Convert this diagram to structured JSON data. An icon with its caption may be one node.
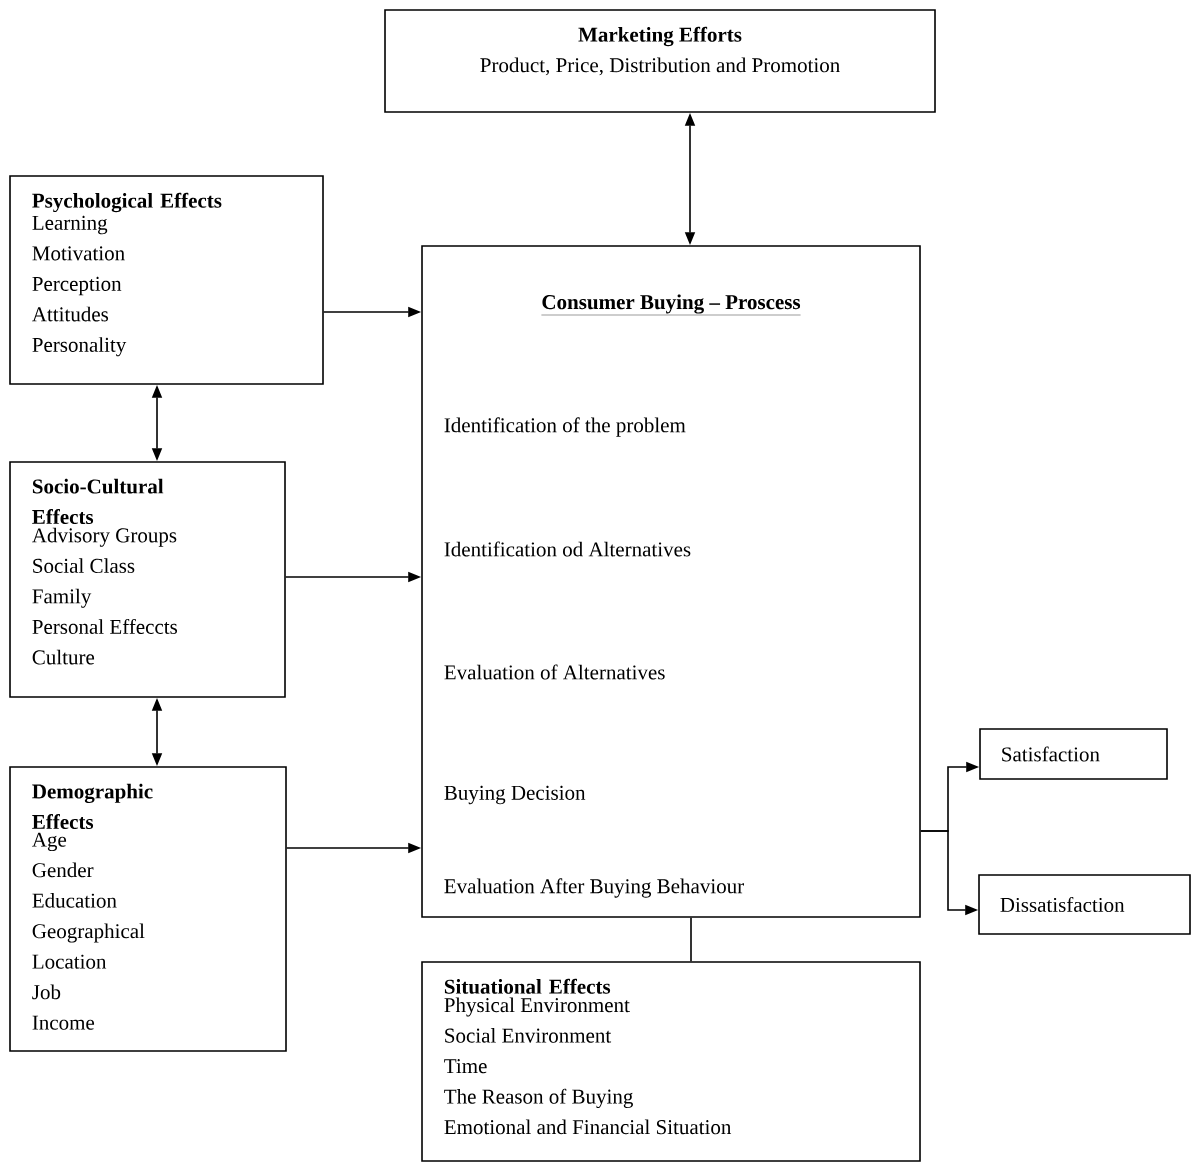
{
  "diagram": {
    "nodes": [
      {
        "text": [
          "Marketing Efforts",
          "Product, Price, Distribution and Promotion"
        ]
      },
      {
        "text": [
          "Psychological Effects",
          "Learning",
          "Motivation",
          "Perception",
          "Attitudes",
          "Personality"
        ]
      },
      {
        "text": [
          "Consumer Buying – Proscess",
          "Identification of the problem",
          "Identification od Alternatives",
          "Evaluation of Alternatives",
          "Buying Decision",
          "Evaluation After  Buying Behaviour"
        ]
      },
      {
        "text": [
          "Socio-Cultural Effects",
          "Advisory Groups",
          "Social Class",
          "Family",
          "Personal Effeccts",
          "Culture"
        ]
      },
      {
        "text": [
          "Demographic Effects",
          "Age",
          "Gender",
          "Education",
          "Geographical",
          "Location",
          "Job",
          "Income"
        ]
      },
      {
        "text": [
          "Situational Effects",
          "Physical Environment",
          "Social Environment",
          "Time",
          "The Reason of  Buying",
          "Emotional and Financial Situation"
        ]
      },
      {
        "text": [
          "Satisfaction"
        ]
      },
      {
        "text": [
          "Dissatisfaction"
        ]
      }
    ],
    "edges": [
      {
        "from": 0,
        "to": 2,
        "arrow": "both"
      },
      {
        "from": 1,
        "to": 2,
        "arrow": "to"
      },
      {
        "from": 1,
        "to": 3,
        "arrow": "both"
      },
      {
        "from": 3,
        "to": 2,
        "arrow": "to"
      },
      {
        "from": 3,
        "to": 4,
        "arrow": "both"
      },
      {
        "from": 4,
        "to": 2,
        "arrow": "to"
      },
      {
        "from": 2,
        "to": 6,
        "arrow": "to"
      },
      {
        "from": 2,
        "to": 7,
        "arrow": "to"
      },
      {
        "from": 2,
        "to": 5,
        "arrow": "none"
      }
    ]
  }
}
